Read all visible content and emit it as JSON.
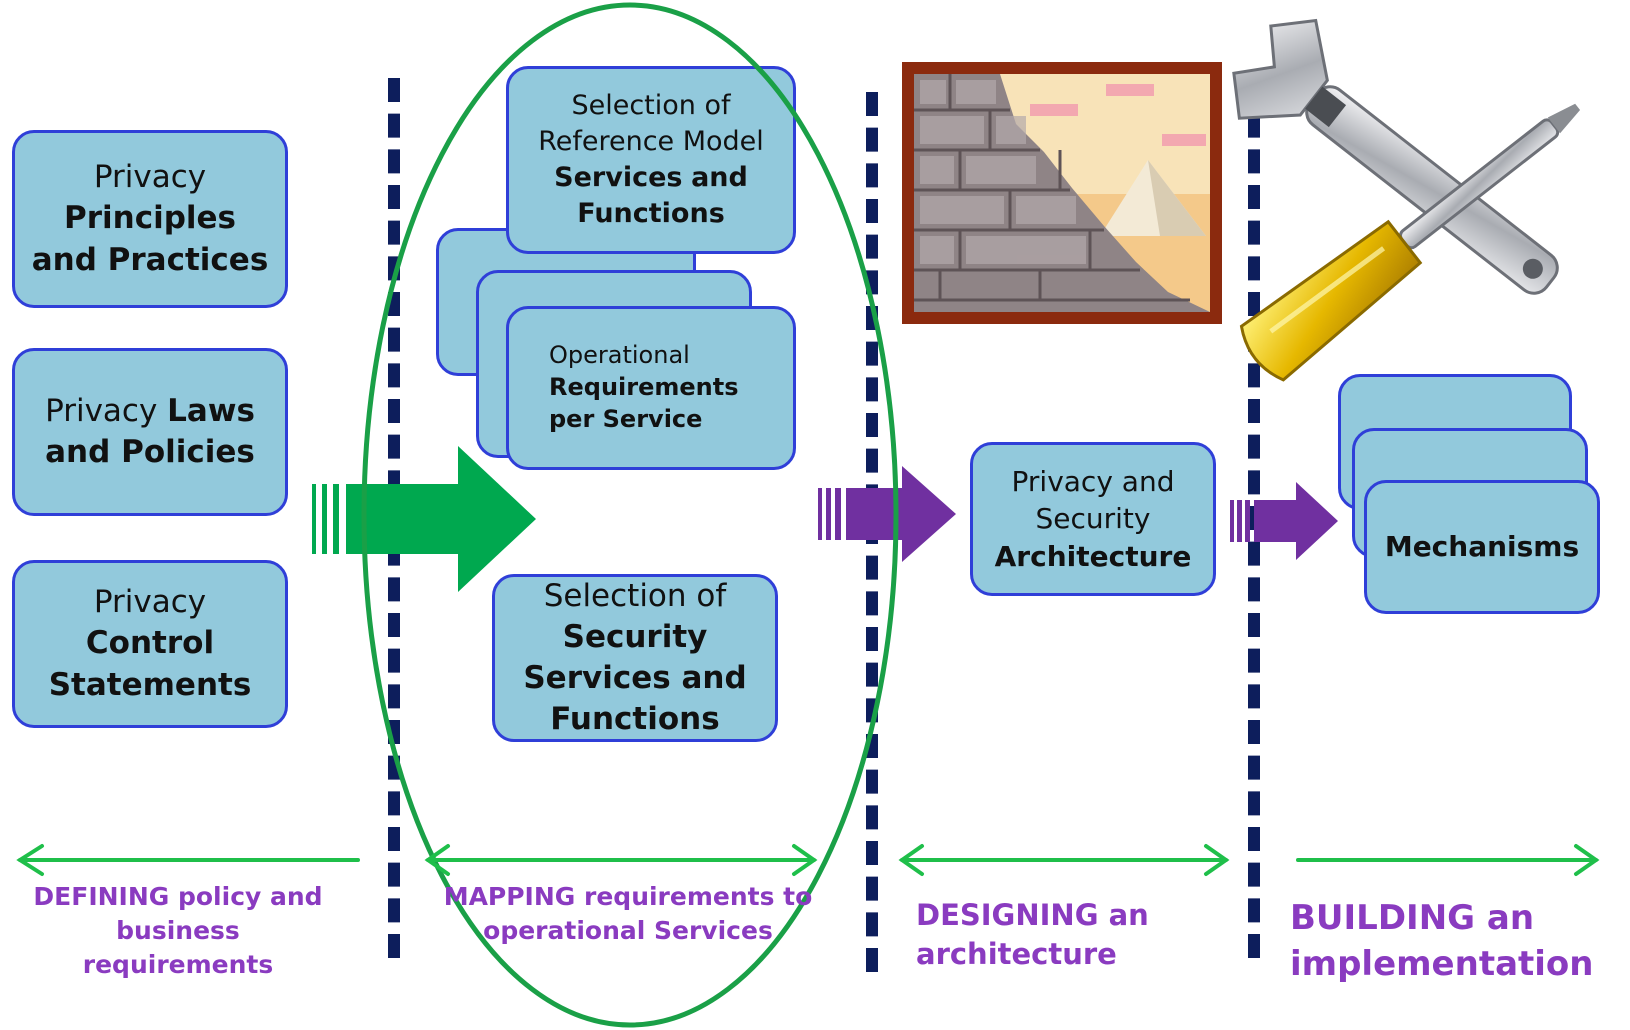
{
  "inputs": {
    "principles": {
      "light": "Privacy",
      "bold": "Principles and Practices"
    },
    "laws": {
      "light": "Privacy ",
      "bold_inline": "Laws",
      "bold": "and Policies"
    },
    "control": {
      "light": "Privacy",
      "bold": "Control Statements"
    }
  },
  "mapping": {
    "reference": {
      "light": "Selection of Reference Model ",
      "bold_inline": "Services",
      "bold": "and Functions"
    },
    "operational": {
      "light": "Operational",
      "bold": "Requirements per Service"
    },
    "security": {
      "light": "Selection of",
      "bold": "Security Services and Functions"
    }
  },
  "architecture": {
    "light": "Privacy and Security",
    "bold": "Architecture"
  },
  "mechanisms": {
    "label": "Mechanisms"
  },
  "stages": {
    "defining": "DEFINING policy and business requirements",
    "mapping": "MAPPING requirements to operational Services",
    "designing": "DESIGNING an architecture",
    "building": "BUILDING an implementation"
  },
  "colors": {
    "box_fill": "#92c9dc",
    "box_border": "#2f3fd8",
    "green_arrow": "#00a84f",
    "purple_arrow": "#7030a0",
    "caption": "#8a3bc0",
    "divider": "#0d1e5c",
    "ellipse": "#1aa047"
  },
  "icons": [
    "pyramid-picture-icon",
    "wrench-screwdriver-icon"
  ]
}
